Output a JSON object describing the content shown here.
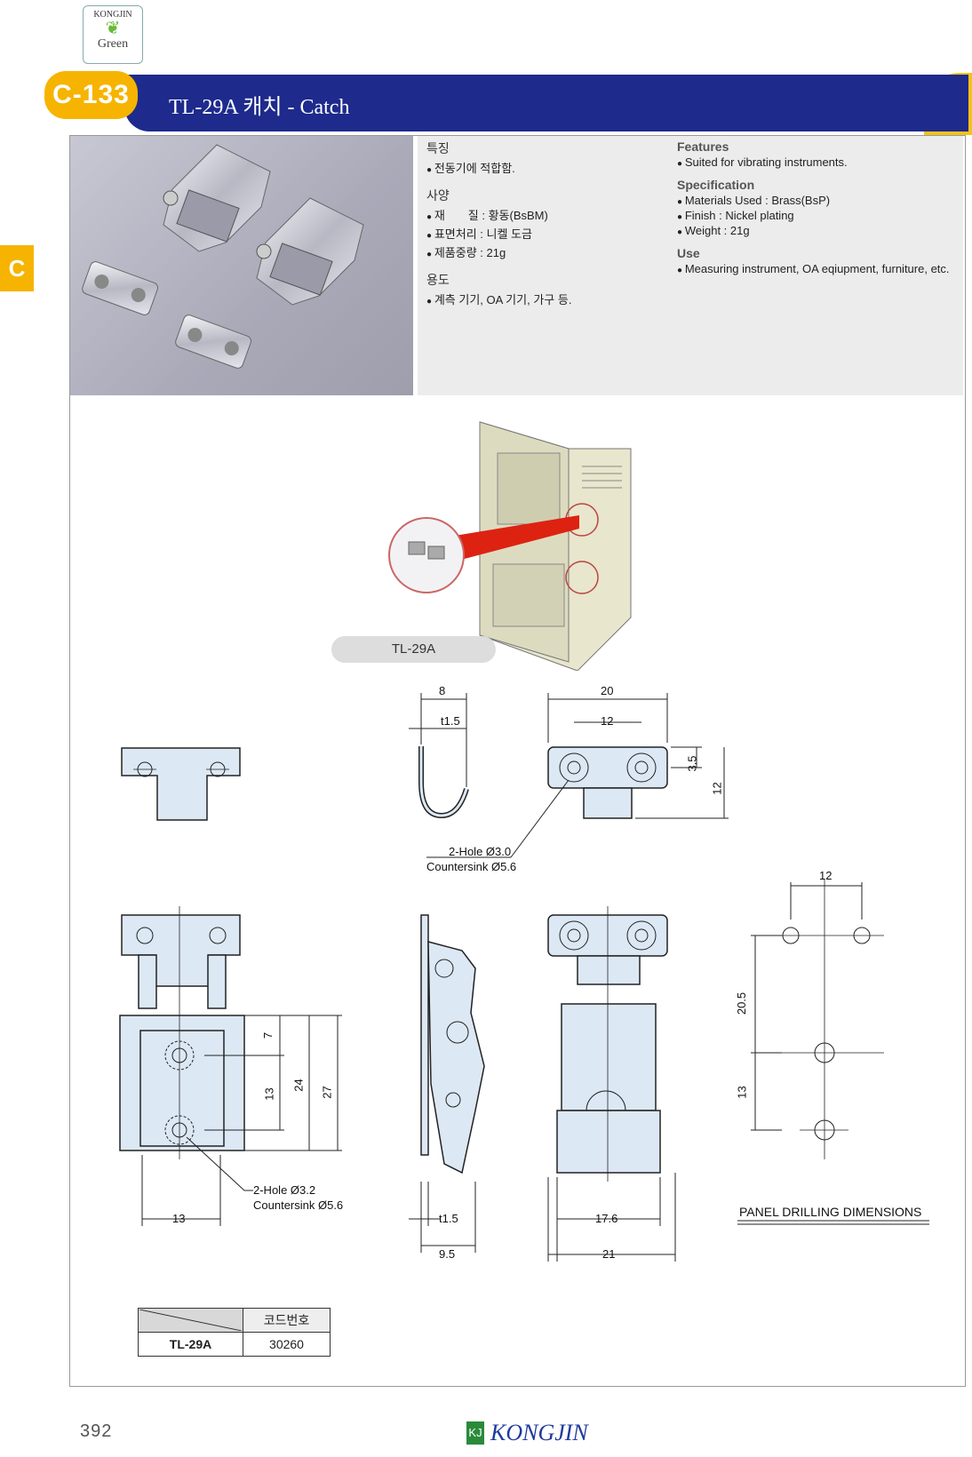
{
  "logo": {
    "top": "KONGJIN",
    "bottom": "Green"
  },
  "header": {
    "code": "C-133",
    "title": "TL-29A 캐치 - Catch",
    "side_tab": "C"
  },
  "info_ko": {
    "features_title": "특징",
    "features": [
      "전동기에 적합함."
    ],
    "spec_title": "사양",
    "spec": [
      "재　　질 : 황동(BsBM)",
      "표면처리 : 니켈 도금",
      "제품중량 : 21g"
    ],
    "use_title": "용도",
    "use": [
      "계측 기기, OA 기기, 가구 등."
    ]
  },
  "info_en": {
    "features_title": "Features",
    "features": [
      "Suited for vibrating instruments."
    ],
    "spec_title": "Specification",
    "spec": [
      "Materials Used : Brass(BsP)",
      "Finish : Nickel plating",
      "Weight : 21g"
    ],
    "use_title": "Use",
    "use": [
      "Measuring instrument, OA eqiupment, furniture, etc."
    ]
  },
  "illustration_label": "TL-29A",
  "dims": {
    "top_side_w": "8",
    "top_side_t": "t1.5",
    "top_front_w": "20",
    "top_front_hole": "12",
    "top_front_h1": "3.5",
    "top_front_h2": "12",
    "top_note1": "2-Hole Ø3.0",
    "top_note2": "Countersink Ø5.6",
    "left_7": "7",
    "left_13": "13",
    "left_24": "24",
    "left_27": "27",
    "left_bottom": "13",
    "left_note1": "2-Hole Ø3.2",
    "left_note2": "Countersink Ø5.6",
    "side_t": "t1.5",
    "side_w": "9.5",
    "front_in": "17.6",
    "front_out": "21",
    "panel_w": "12",
    "panel_h1": "20.5",
    "panel_h2": "13",
    "panel_title": "PANEL DRILLING DIMENSIONS"
  },
  "code_table": {
    "header": "코드번호",
    "model": "TL-29A",
    "code": "30260"
  },
  "footer": {
    "page": "392",
    "brand": "KONGJIN",
    "kj": "KJ"
  }
}
